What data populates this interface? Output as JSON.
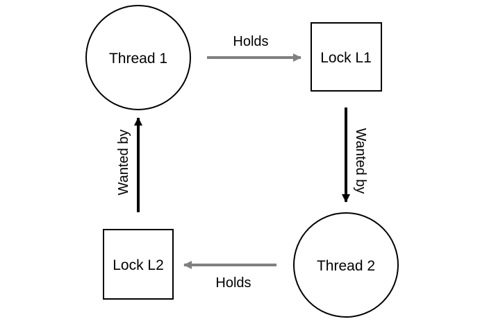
{
  "diagram": {
    "nodes": {
      "thread1": {
        "label": "Thread 1",
        "shape": "circle"
      },
      "lock_l1": {
        "label": "Lock L1",
        "shape": "square"
      },
      "thread2": {
        "label": "Thread 2",
        "shape": "circle"
      },
      "lock_l2": {
        "label": "Lock L2",
        "shape": "square"
      }
    },
    "edges": {
      "t1_holds_l1": {
        "label": "Holds",
        "from": "Thread 1",
        "to": "Lock L1",
        "color": "#808080"
      },
      "l1_wanted_by_t2": {
        "label": "Wanted by",
        "from": "Lock L1",
        "to": "Thread 2",
        "color": "#000000"
      },
      "t2_holds_l2": {
        "label": "Holds",
        "from": "Thread 2",
        "to": "Lock L2",
        "color": "#808080"
      },
      "l2_wanted_by_t1": {
        "label": "Wanted by",
        "from": "Lock L2",
        "to": "Thread 1",
        "color": "#000000"
      }
    }
  }
}
